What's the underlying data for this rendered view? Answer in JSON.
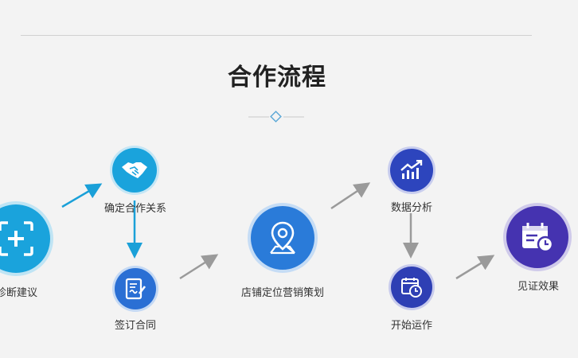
{
  "title": "合作流程",
  "steps": {
    "diagnosis": {
      "label": "诊断建议",
      "icon": "focus-plus-icon"
    },
    "confirm": {
      "label": "确定合作关系",
      "icon": "handshake-icon"
    },
    "sign": {
      "label": "签订合同",
      "icon": "contract-sign-icon"
    },
    "position": {
      "label": "店铺定位营销策划",
      "icon": "location-pin-icon"
    },
    "analysis": {
      "label": "数据分析",
      "icon": "growth-chart-icon"
    },
    "operate": {
      "label": "开始运作",
      "icon": "calendar-clock-icon"
    },
    "result": {
      "label": "见证效果",
      "icon": "calendar-clock-icon"
    }
  },
  "colors": {
    "cyan": "#1aa3dc",
    "blue": "#2a76d6",
    "indigo": "#2d3fb6",
    "purple": "#4535b2",
    "arrow_gray": "#9a9a9a",
    "arrow_blue": "#1aa0d8"
  }
}
